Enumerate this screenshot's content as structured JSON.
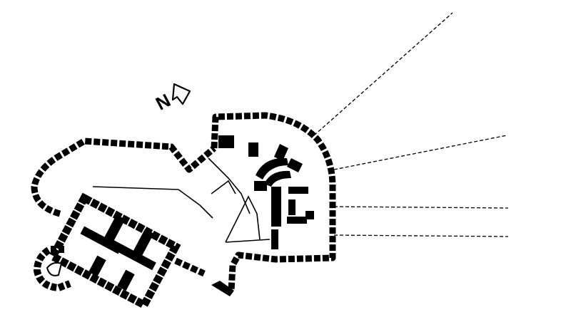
{
  "north_arrow": {
    "label": "N",
    "icon": "north-arrow-icon"
  },
  "colors": {
    "wall": "#000000",
    "background": "#ffffff",
    "line": "#000000"
  },
  "plan": {
    "elements": [
      "castle-wall",
      "curved-bastion",
      "rectangular-keep",
      "round-tower",
      "entrance-gate"
    ],
    "sight_lines": 4
  }
}
